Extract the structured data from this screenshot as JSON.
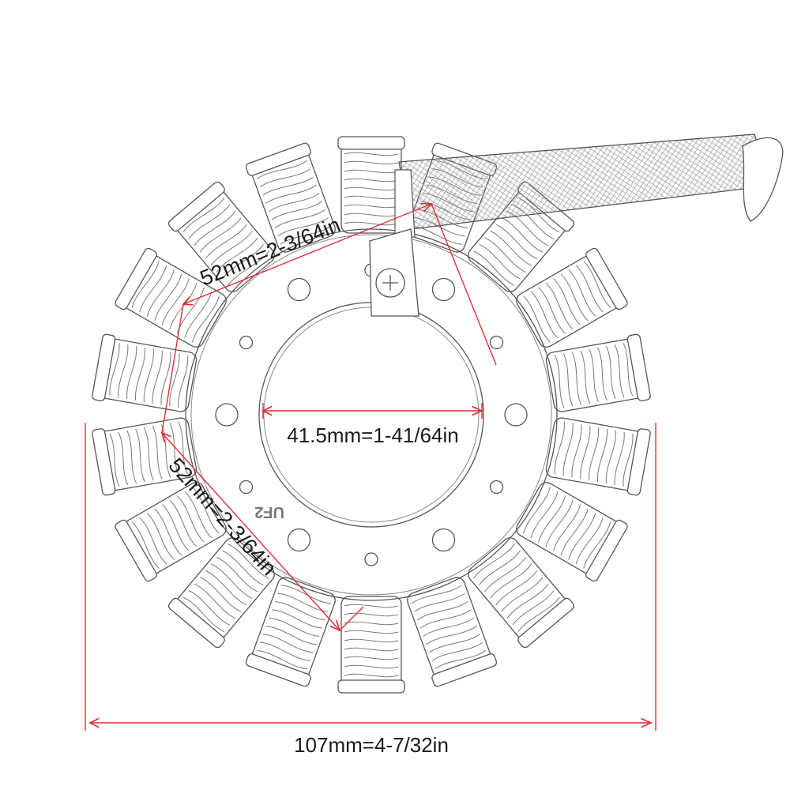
{
  "dimensions": {
    "outer_diameter": "107mm=4-7/32in",
    "inner_diameter": "41.5mm=1-41/64in",
    "bolt_circle_top": "52mm=2-3/64in",
    "bolt_circle_left": "52mm=2-3/64in"
  },
  "part_stamp": "UF2",
  "colors": {
    "dimension_line": "#e0303a",
    "sketch": "#555555",
    "background": "#ffffff"
  },
  "illustration": {
    "subject": "stator-coil-icon",
    "pole_count": 18
  }
}
